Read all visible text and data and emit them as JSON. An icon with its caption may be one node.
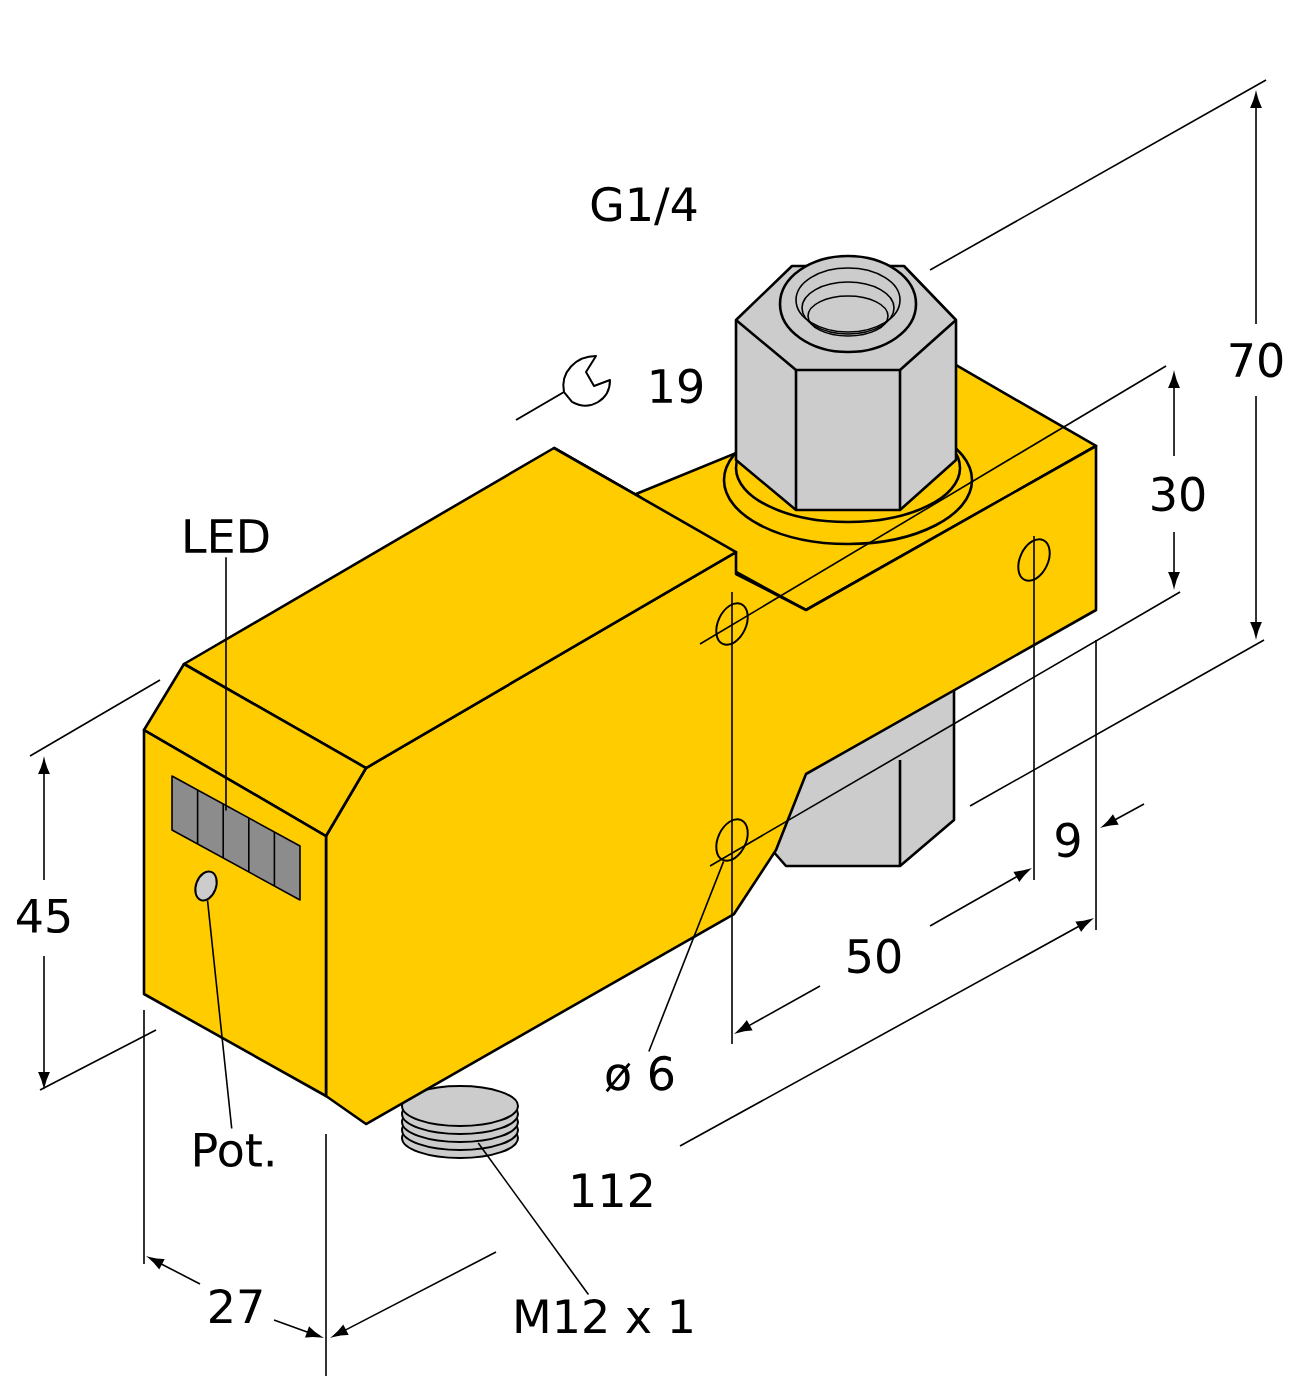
{
  "diagram": {
    "nodes": [
      {
        "text": [
          "LED"
        ]
      },
      {
        "text": [],
        "shape": "bar"
      },
      {
        "text": [
          "Pot."
        ]
      },
      {
        "text": [],
        "shape": "circle"
      },
      {
        "text": [
          "ø 6"
        ]
      },
      {
        "text": [],
        "shape": "circle"
      },
      {
        "text": [
          "M12 x 1"
        ]
      },
      {
        "text": [],
        "shape": "cylinder"
      }
    ],
    "edges": [
      {
        "from": 0,
        "to": 1,
        "arrow": "none"
      },
      {
        "from": 2,
        "to": 3,
        "arrow": "none"
      },
      {
        "from": 4,
        "to": 5,
        "arrow": "none"
      },
      {
        "from": 6,
        "to": 7,
        "arrow": "none"
      }
    ],
    "labels": [
      "G1/4",
      "19",
      "70",
      "30",
      "45",
      "9",
      "50",
      "112",
      "27"
    ]
  }
}
